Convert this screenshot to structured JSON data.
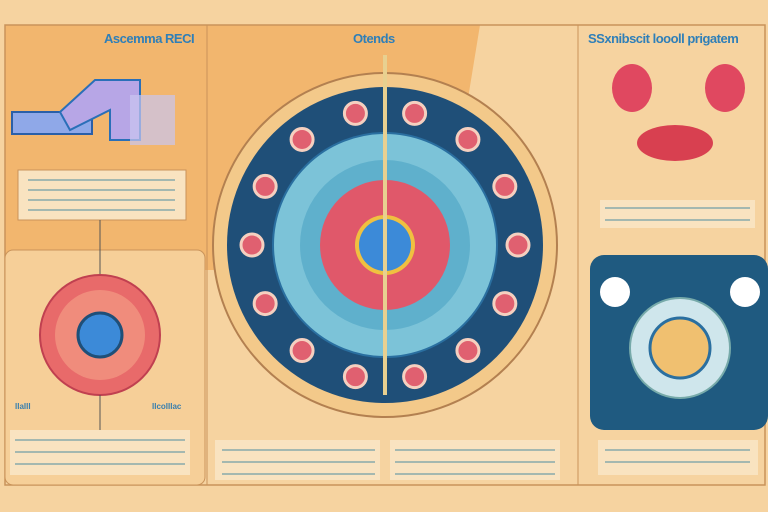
{
  "labels": {
    "top_left": "Ascemma RECI",
    "top_center": "Otends",
    "top_right": "SSxnibscit loooll prigatem",
    "small_left": "IIaIII",
    "small_mid": "IIcoIIIac"
  },
  "colors": {
    "background": "#f6d3a0",
    "panel": "#f2b66e",
    "navy": "#1f4f78",
    "light_blue": "#7cc3d8",
    "red": "#e0586a",
    "blue": "#3c8ad8"
  }
}
